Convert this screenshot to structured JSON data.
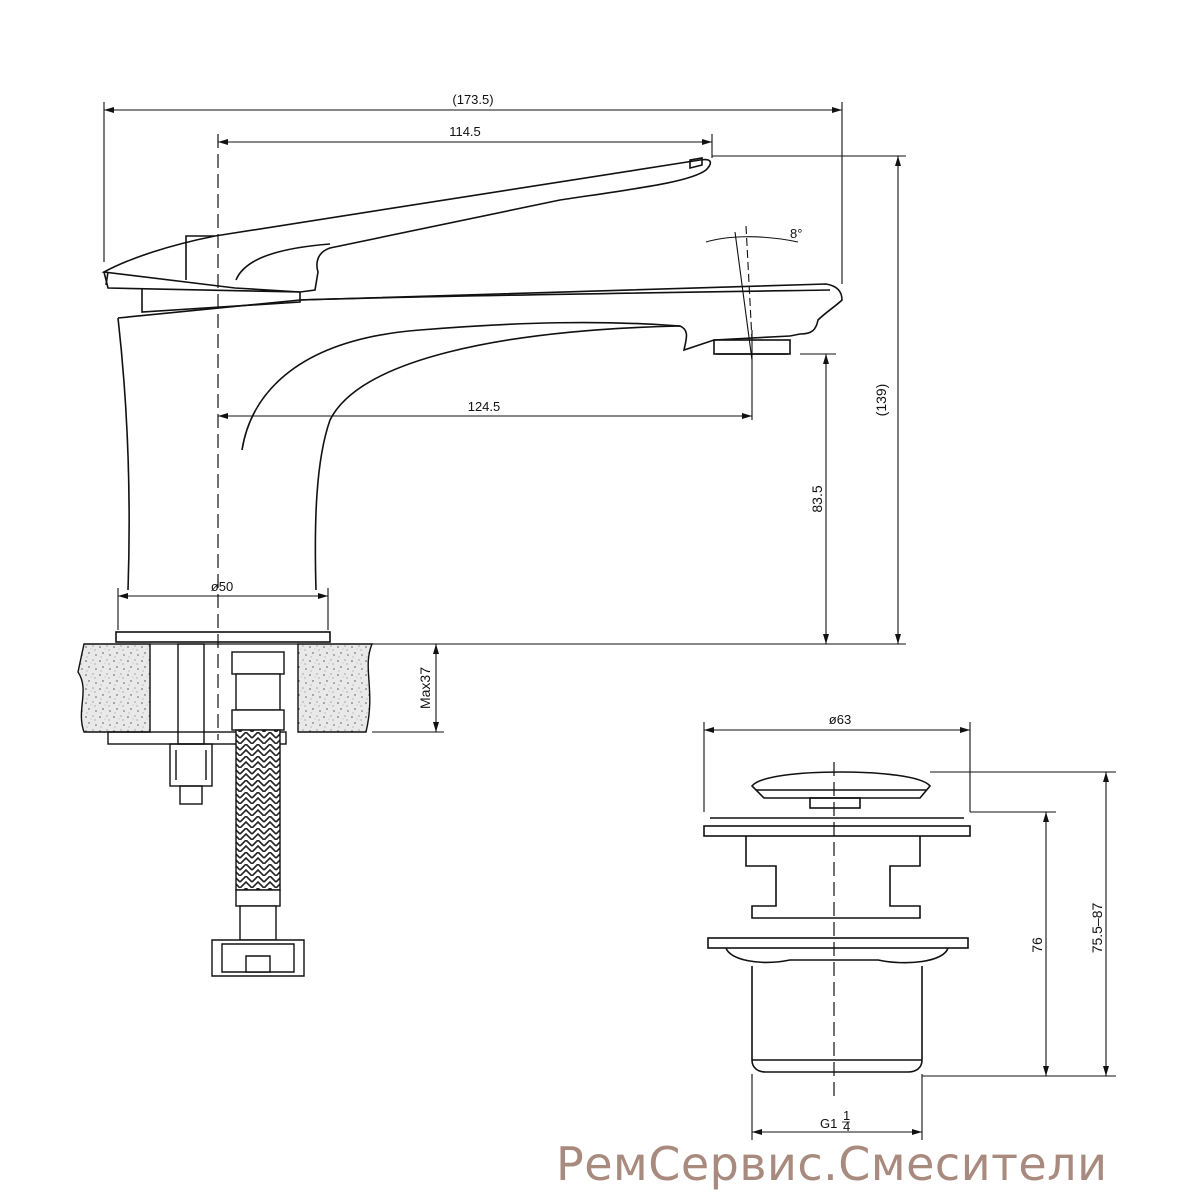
{
  "drawing": {
    "faucet": {
      "overall_length": "(173.5)",
      "handle_reach": "114.5",
      "spout_reach": "124.5",
      "spout_height": "83.5",
      "overall_height": "(139)",
      "base_diameter": "ø50",
      "mount_max": "Max37",
      "spout_angle": "8°"
    },
    "drain": {
      "cap_diameter": "ø63",
      "height": "76",
      "height_range": "75.5–87",
      "thread_prefix": "G1",
      "thread_num": "1",
      "thread_den": "4"
    }
  },
  "watermark": "РемСервис.Смесители"
}
